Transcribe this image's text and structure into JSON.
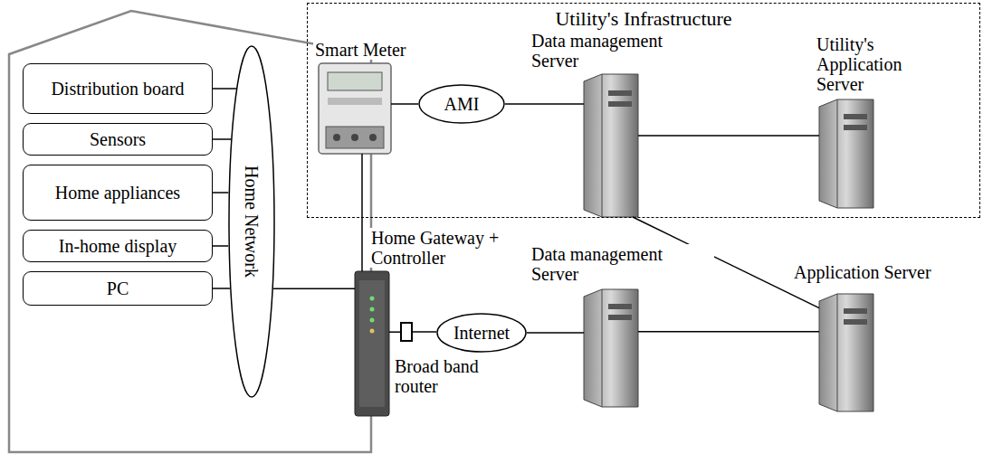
{
  "diagram": {
    "nodes": [
      {
        "text": [
          "Distribution board"
        ]
      },
      {
        "text": [
          "Sensors"
        ]
      },
      {
        "text": [
          "Home appliances"
        ]
      },
      {
        "text": [
          "In-home display"
        ]
      },
      {
        "text": [
          "PC"
        ]
      },
      {
        "text": [
          "Home Network"
        ]
      },
      {
        "text": [
          "Utility's Infrastructure"
        ]
      },
      {
        "text": [
          "Smart Meter"
        ],
        "in": 6
      },
      {
        "text": [
          "AMI"
        ],
        "in": 6
      },
      {
        "text": [
          "Data management Server"
        ],
        "in": 6
      },
      {
        "text": [
          "Utility's Application Server"
        ],
        "in": 6
      },
      {
        "text": [
          "Home Gateway + Controller"
        ]
      },
      {
        "text": [
          "Broad band router"
        ]
      },
      {
        "text": [
          "Internet"
        ]
      },
      {
        "text": [
          "Data management Server"
        ]
      },
      {
        "text": [
          "Application Server"
        ]
      }
    ],
    "edges": [
      {
        "from": 0,
        "to": 5,
        "arrow": "none"
      },
      {
        "from": 1,
        "to": 5,
        "arrow": "none"
      },
      {
        "from": 2,
        "to": 5,
        "arrow": "none"
      },
      {
        "from": 3,
        "to": 5,
        "arrow": "none"
      },
      {
        "from": 4,
        "to": 5,
        "arrow": "none"
      },
      {
        "from": 5,
        "to": 11,
        "arrow": "none"
      },
      {
        "from": 7,
        "to": 11,
        "arrow": "none"
      },
      {
        "from": 7,
        "to": 8,
        "arrow": "none"
      },
      {
        "from": 8,
        "to": 9,
        "arrow": "none"
      },
      {
        "from": 9,
        "to": 10,
        "arrow": "none"
      },
      {
        "from": 9,
        "to": 15,
        "arrow": "none"
      },
      {
        "from": 11,
        "to": 12,
        "arrow": "none"
      },
      {
        "from": 12,
        "to": 13,
        "arrow": "none"
      },
      {
        "from": 13,
        "to": 14,
        "arrow": "none"
      },
      {
        "from": 14,
        "to": 15,
        "arrow": "none"
      }
    ]
  }
}
